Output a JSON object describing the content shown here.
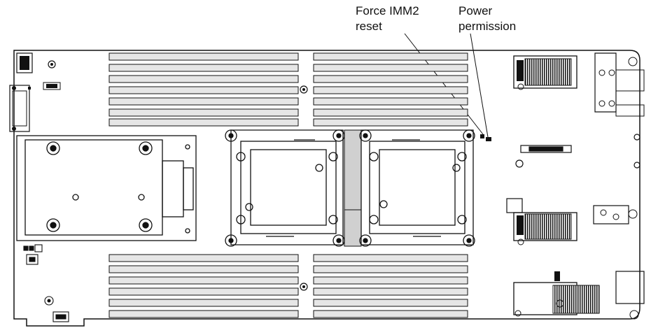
{
  "callouts": {
    "force_imm2_reset": {
      "line1": "Force IMM2",
      "line2": "reset"
    },
    "power_permission": {
      "line1": "Power",
      "line2": "permission"
    }
  },
  "colors": {
    "stroke": "#111111",
    "center_strip": "#d0d0d0",
    "dimm_fill": "#e6e6e6",
    "background": "#ffffff"
  }
}
